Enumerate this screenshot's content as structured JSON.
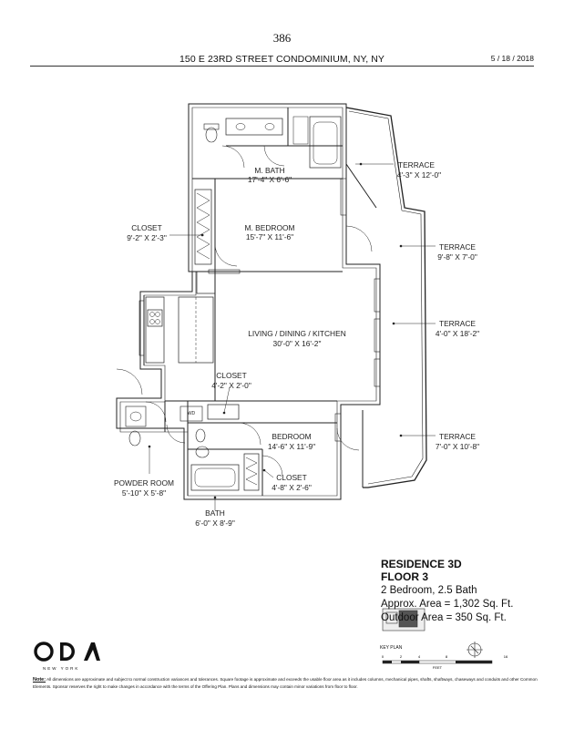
{
  "header": {
    "page_number": "386",
    "title": "150 E 23RD STREET CONDOMINIUM, NY, NY",
    "date": "5 / 18 / 2018"
  },
  "rooms": {
    "m_bath": {
      "name": "M. BATH",
      "dims": "17'-4\" X 6'-6\""
    },
    "m_bedroom": {
      "name": "M. BEDROOM",
      "dims": "15'-7\" X 11'-6\""
    },
    "closet_master": {
      "name": "CLOSET",
      "dims": "9'-2\" X 2'-3\""
    },
    "living": {
      "name": "LIVING / DINING / KITCHEN",
      "dims": "30'-0\" X 16'-2\""
    },
    "closet_hall": {
      "name": "CLOSET",
      "dims": "4'-2\" X 2'-0\""
    },
    "bedroom": {
      "name": "BEDROOM",
      "dims": "14'-6\" X 11'-9\""
    },
    "closet_bed": {
      "name": "CLOSET",
      "dims": "4'-8\" X 2'-6\""
    },
    "powder": {
      "name": "POWDER ROOM",
      "dims": "5'-10\" X 5'-8\""
    },
    "bath": {
      "name": "BATH",
      "dims": "6'-0\" X 8'-9\""
    },
    "terrace1": {
      "name": "TERRACE",
      "dims": "4'-3\" X 12'-0\""
    },
    "terrace2": {
      "name": "TERRACE",
      "dims": "9'-8\" X 7'-0\""
    },
    "terrace3": {
      "name": "TERRACE",
      "dims": "4'-0\" X 18'-2\""
    },
    "terrace4": {
      "name": "TERRACE",
      "dims": "7'-0\" X 10'-8\""
    },
    "wd": "WD"
  },
  "residence": {
    "title": "RESIDENCE 3D",
    "floor": "FLOOR 3",
    "bedrooms": "2 Bedroom, 2.5 Bath",
    "area": "Approx. Area = 1,302 Sq. Ft.",
    "outdoor": "Outdoor Area = 350 Sq. Ft."
  },
  "key_plan": {
    "label": "KEY PLAN",
    "scale_ticks": [
      "0",
      "2",
      "4",
      "8",
      "16"
    ],
    "scale_unit": "FEET"
  },
  "brand": {
    "logo": "ODA",
    "sub": "NEW YORK"
  },
  "note": {
    "label": "Note:",
    "text": "All dimensions are approximate and subject to normal construction variances and tolerances. Square footage is approximate and exceeds the usable floor area as it includes columns, mechanical pipes, shafts, shaftways, chaseways and conduits and other Common Elements. Sponsor reserves the right to make changes in accordance with the terms of the Offering Plan. Plans and dimensions may contain minor variations from floor to floor."
  }
}
